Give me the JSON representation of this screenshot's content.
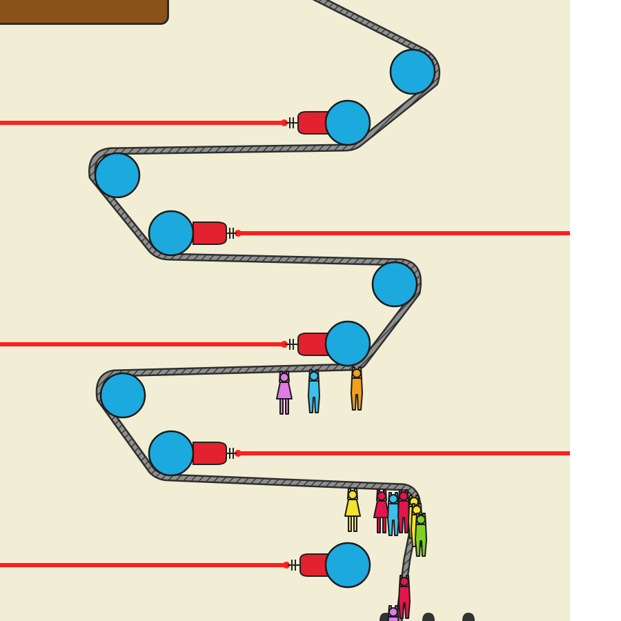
{
  "scene": {
    "board_color": "#f1eed5",
    "margin_color": "#ffffff",
    "panel": {
      "name": "wooden-panel",
      "color": "#8a5418"
    },
    "rope": {
      "stroke": "#2e2e2e",
      "fill": "#8f8f8f"
    },
    "pulley_color": "#1ba9de",
    "laser_color": "#ff1f1f",
    "emitter_color": "#e4212f",
    "lasers": [
      {
        "name": "laser-1",
        "direction": "left"
      },
      {
        "name": "laser-2",
        "direction": "right"
      },
      {
        "name": "laser-3",
        "direction": "left"
      },
      {
        "name": "laser-4",
        "direction": "right"
      },
      {
        "name": "laser-5",
        "direction": "left"
      }
    ],
    "pulley_count": 11,
    "people": [
      {
        "color": "#e07ae6"
      },
      {
        "color": "#3cbfe8"
      },
      {
        "color": "#f0a01e"
      },
      {
        "color": "#f5e32a"
      },
      {
        "color": "#e3154d"
      },
      {
        "color": "#3cbfe8"
      },
      {
        "color": "#e3154d"
      },
      {
        "color": "#f5e32a"
      },
      {
        "color": "#f5e32a"
      },
      {
        "color": "#7ed321"
      },
      {
        "color": "#e3154d"
      },
      {
        "color": "#e07ae6"
      }
    ]
  }
}
